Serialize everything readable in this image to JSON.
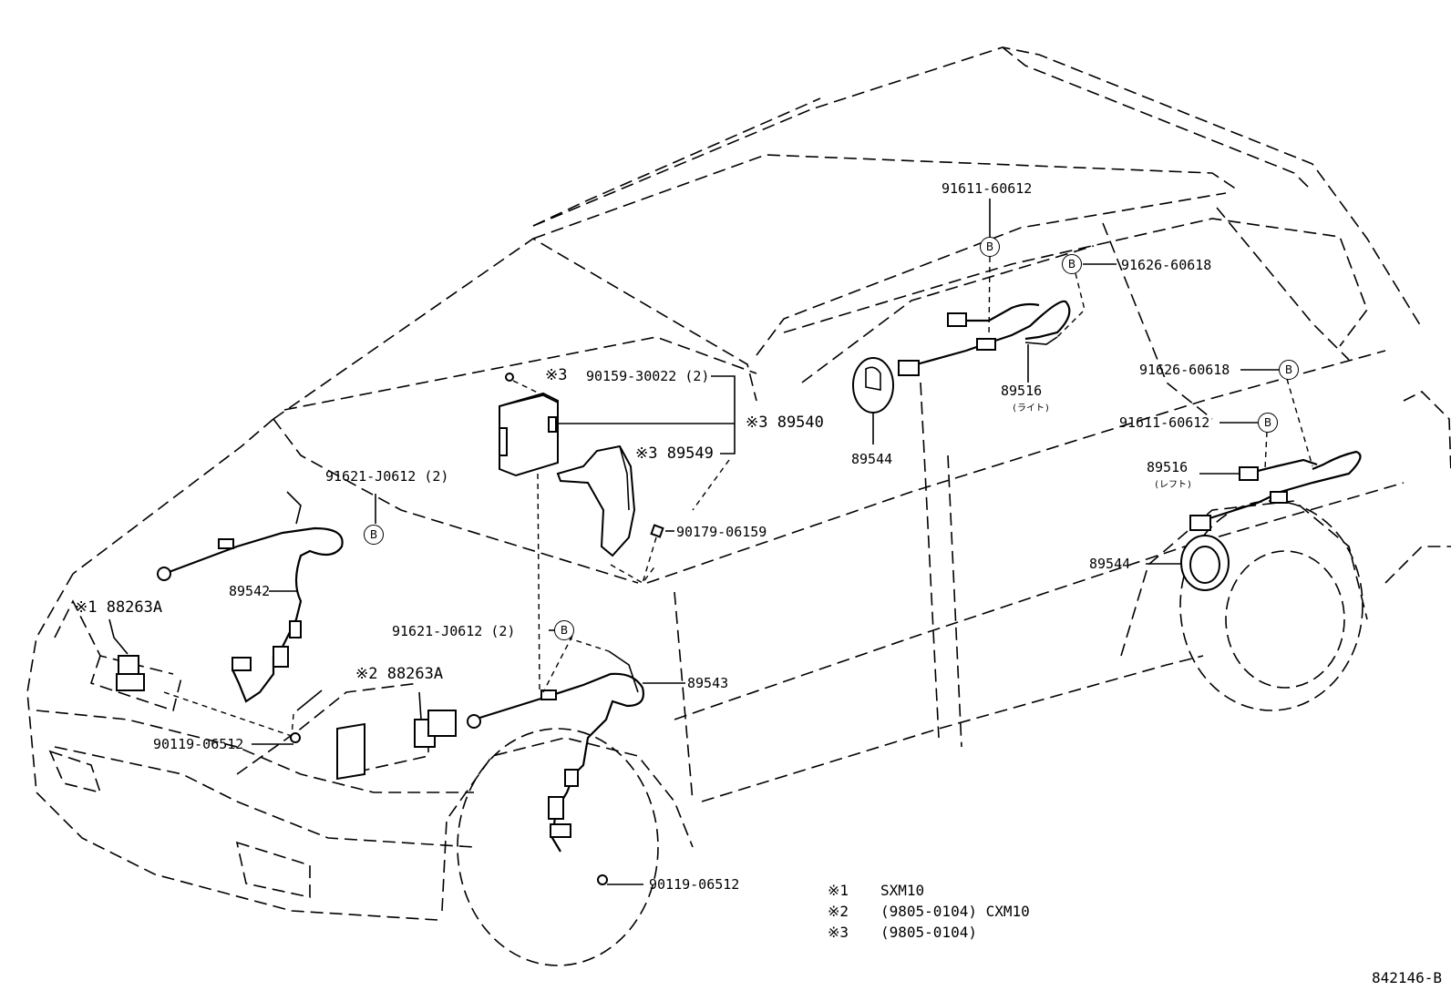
{
  "callouts": {
    "bolt_91611_upper": "91611-60612",
    "bolt_91626_upper": "91626-60618",
    "bolt_91626_lower": "91626-60618",
    "bolt_91611_lower": "91611-60612",
    "screw_ecu": "※3",
    "screw_ecu_pn": "90159-30022 (2)",
    "ecu": "※3 89540",
    "ecu_bracket": "※3 89549",
    "clip_90179": "90179-06159",
    "bolt_91621_upper": "91621-J0612 (2)",
    "bolt_91621_lower": "91621-J0612 (2)",
    "sensor_front_left": "89542",
    "sensor_front_right": "89543",
    "relay_1": "※1 88263A",
    "relay_2": "※2 88263A",
    "bolt_90119_upper": "90119-06512",
    "bolt_90119_lower": "90119-06512",
    "sensor_rear_right": "89516",
    "sensor_rear_right_side": "(ライト)",
    "sensor_rear_left": "89516",
    "sensor_rear_left_side": "(レフト)",
    "rotor_upper": "89544",
    "rotor_lower": "89544",
    "badge_letter": "B"
  },
  "notes": [
    {
      "mark": "※1",
      "text": "SXM10"
    },
    {
      "mark": "※2",
      "text": "(9805-0104) CXM10"
    },
    {
      "mark": "※3",
      "text": "(9805-0104)"
    }
  ],
  "drawing_code": "842146-B"
}
